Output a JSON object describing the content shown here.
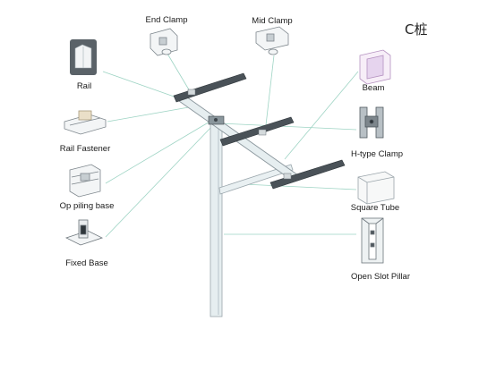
{
  "diagram": {
    "corner_label": "C桩",
    "components": {
      "end_clamp": "End Clamp",
      "mid_clamp": "Mid Clamp",
      "rail": "Rail",
      "beam": "Beam",
      "rail_fastener": "Rail Fastener",
      "h_type_clamp": "H-type Clamp",
      "op_piling_base": "Op piling base",
      "square_tube": "Square Tube",
      "fixed_base": "Fixed Base",
      "open_slot_pillar": "Open Slot Pillar"
    },
    "colors": {
      "leader_line": "#9ed4c4",
      "steel_light": "#e6eef0",
      "steel_dark": "#8a969c",
      "rail_dark": "#3c444a"
    }
  }
}
